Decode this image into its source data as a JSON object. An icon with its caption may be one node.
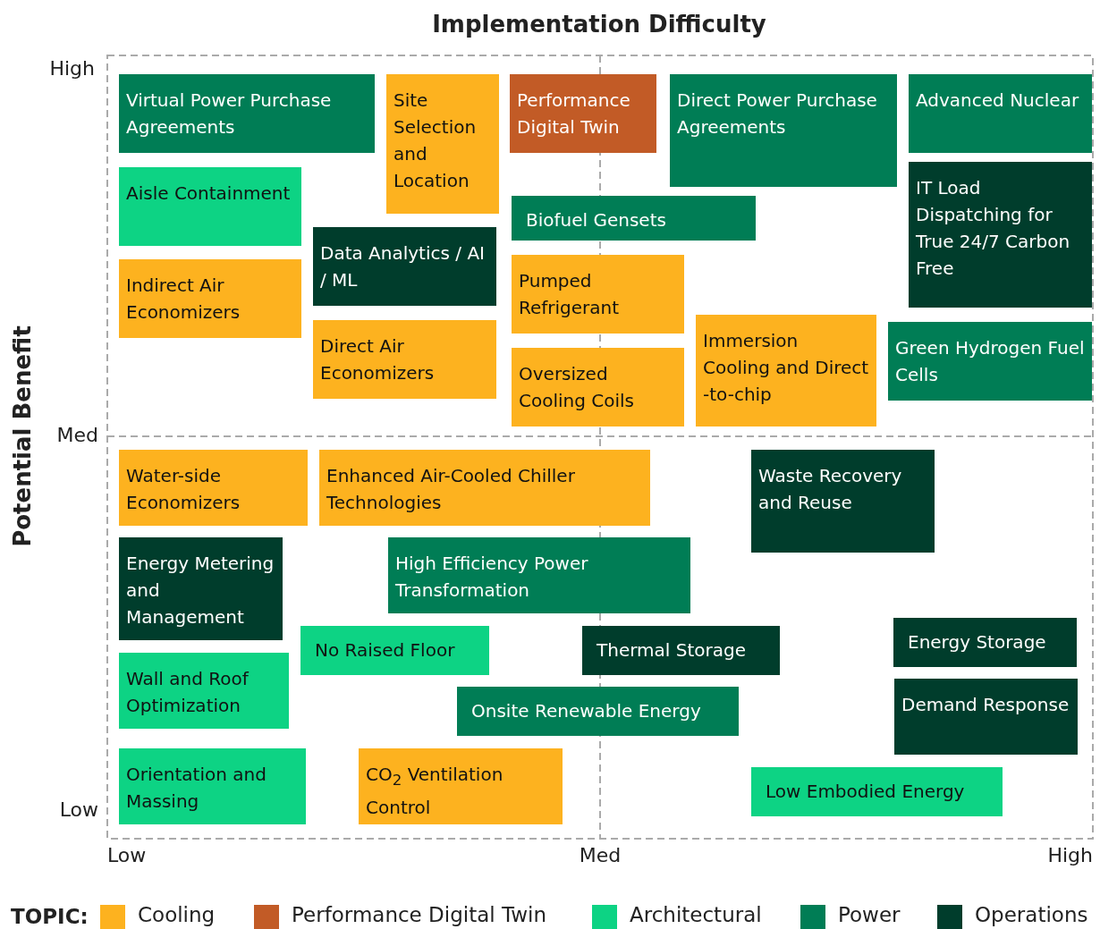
{
  "diagram": {
    "nodes": [
      {
        "text": [
          "Virtual Power Purchase Agreements"
        ]
      },
      {
        "text": [
          "Site Selection and Location"
        ]
      },
      {
        "text": [
          "Performance Digital Twin"
        ]
      },
      {
        "text": [
          "Direct Power Purchase Agreements"
        ]
      },
      {
        "text": [
          "Advanced Nuclear"
        ]
      },
      {
        "text": [
          "Aisle Containment"
        ]
      },
      {
        "text": [
          "IT Load Dispatching for True 24/7 Carbon Free"
        ]
      },
      {
        "text": [
          "Biofuel Gensets"
        ]
      },
      {
        "text": [
          "Data Analytics / AI / ML"
        ]
      },
      {
        "text": [
          "Indirect Air Economizers"
        ]
      },
      {
        "text": [
          "Pumped Refrigerant"
        ]
      },
      {
        "text": [
          "Direct Air Economizers"
        ]
      },
      {
        "text": [
          "Immersion Cooling and Direct -to-chip"
        ]
      },
      {
        "text": [
          "Green Hydrogen Fuel Cells"
        ]
      },
      {
        "text": [
          "Oversized Cooling Coils"
        ]
      },
      {
        "text": [
          "Water-side Economizers"
        ]
      },
      {
        "text": [
          "Enhanced Air-Cooled Chiller Technologies"
        ]
      },
      {
        "text": [
          "Waste Recovery and Reuse"
        ]
      },
      {
        "text": [
          "Energy Metering and Management"
        ]
      },
      {
        "text": [
          "High Efficiency Power Transformation"
        ]
      },
      {
        "text": [
          "No Raised Floor"
        ]
      },
      {
        "text": [
          "Thermal Storage"
        ]
      },
      {
        "text": [
          "Energy Storage"
        ]
      },
      {
        "text": [
          "Wall and Roof Optimization"
        ]
      },
      {
        "text": [
          "Onsite Renewable Energy"
        ]
      },
      {
        "text": [
          "Demand Response"
        ]
      },
      {
        "text": [
          "Orientation and Massing"
        ]
      },
      {
        "text": [
          "CO$_{2}$ Ventilation Control"
        ]
      },
      {
        "text": [
          "Low Embodied Energy"
        ]
      }
    ],
    "labels": [
      "Implementation Difficulty",
      "High",
      "Potential Benefit",
      "Med",
      "Low",
      "Low",
      "Med",
      "High",
      "TOPIC:"
    ],
    "legend": [
      {
        "text": "Cooling",
        "color": "#fdb21f"
      },
      {
        "text": "Performance Digital Twin",
        "color": "#c25b26"
      },
      {
        "text": "Architectural",
        "color": "#0dd384"
      },
      {
        "text": "Power",
        "color": "#007d55"
      },
      {
        "text": "Operations",
        "color": "#003d2c"
      }
    ]
  }
}
